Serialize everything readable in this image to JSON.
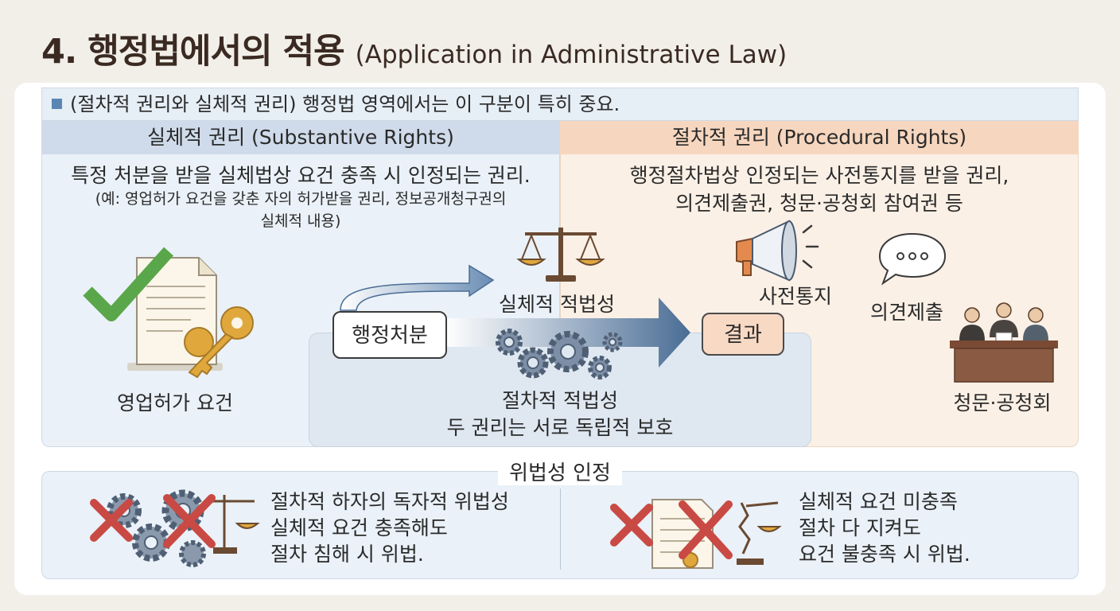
{
  "title": {
    "main": "4. 행정법에서의 적용",
    "sub": "(Application in Administrative Law)"
  },
  "intro": "(절차적 권리와 실체적 권리) 행정법 영역에서는 이 구분이 특히 중요.",
  "left": {
    "header": "실체적 권리 (Substantive Rights)",
    "desc": "특정 처분을 받을 실체법상 요건 충족 시 인정되는 권리.",
    "example_line1": "(예: 영업허가 요건을 갖춘 자의 허가받을 권리, 정보공개청구권의",
    "example_line2": "실체적 내용)",
    "icon_label": "영업허가 요건"
  },
  "right": {
    "header": "절차적 권리 (Procedural Rights)",
    "desc_line1": "행정절차법상 인정되는 사전통지를 받을 권리,",
    "desc_line2": "의견제출권, 청문·공청회 참여권 등",
    "notice_label": "사전통지",
    "opinion_label": "의견제출",
    "hearing_label": "청문·공청회"
  },
  "center": {
    "admin_action": "행정처분",
    "result": "결과",
    "substantive_legality": "실체적 적법성",
    "procedural_legality": "절차적 적법성",
    "independence": "두 권리는 서로 독립적 보호"
  },
  "bottom": {
    "label": "위법성 인정",
    "left_lines": [
      "절차적 하자의 독자적 위법성",
      "실체적 요건 충족해도",
      "절차 침해 시 위법."
    ],
    "right_lines": [
      "실체적 요건 미충족",
      "절차 다 지켜도",
      "요건 불충족 시 위법."
    ]
  },
  "colors": {
    "substantive": "#cfdbea",
    "procedural": "#f6d6bf",
    "arrow": "#4a6d95",
    "check": "#5aa64a",
    "cross": "#c94a44",
    "key": "#e0a83c"
  }
}
